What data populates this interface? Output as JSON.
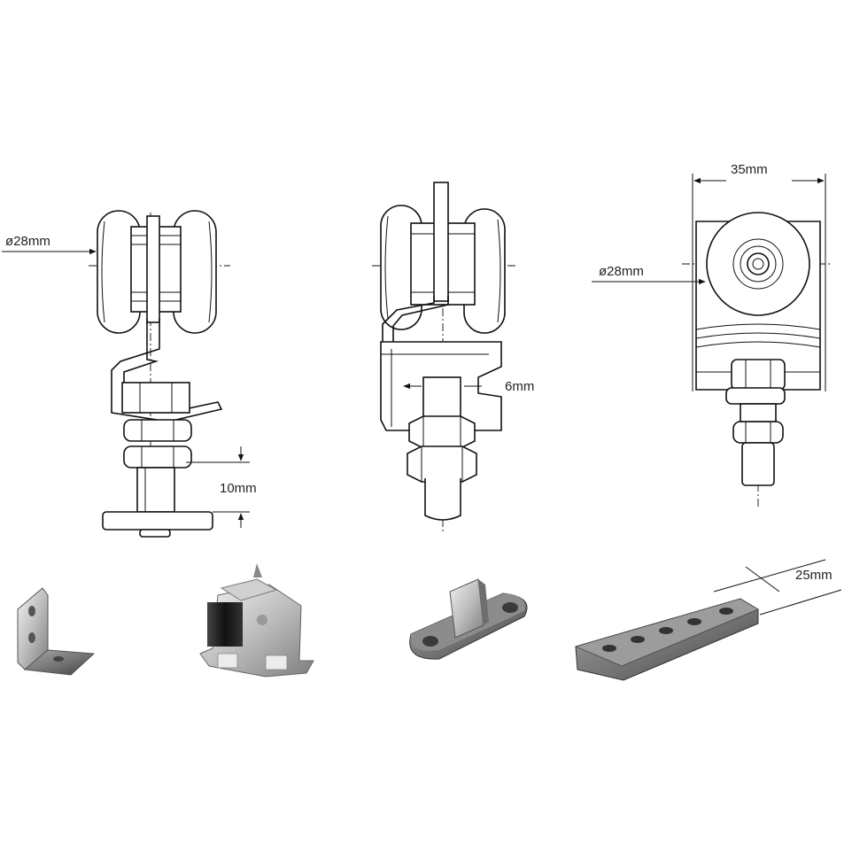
{
  "diagram": {
    "labels": {
      "roller_left_diameter": "ø28mm",
      "roller_left_gap": "10mm",
      "roller_middle_offset": "6mm",
      "roller_right_width": "35mm",
      "roller_right_diameter": "ø28mm",
      "track_plate_width": "25mm"
    },
    "icons": {
      "roller_front": "roller-front-view-icon",
      "roller_angled": "roller-angled-view-icon",
      "roller_side": "roller-side-view-icon",
      "bracket": "angle-bracket-icon",
      "guide": "door-guide-icon",
      "pin": "floor-guide-pin-icon",
      "plate": "perforated-plate-icon"
    },
    "colors": {
      "line": "#111111",
      "metal_light": "#d9d9d9",
      "metal_mid": "#9a9a9a",
      "metal_dark": "#4a4a4a",
      "rubber": "#1e1e1e"
    }
  }
}
